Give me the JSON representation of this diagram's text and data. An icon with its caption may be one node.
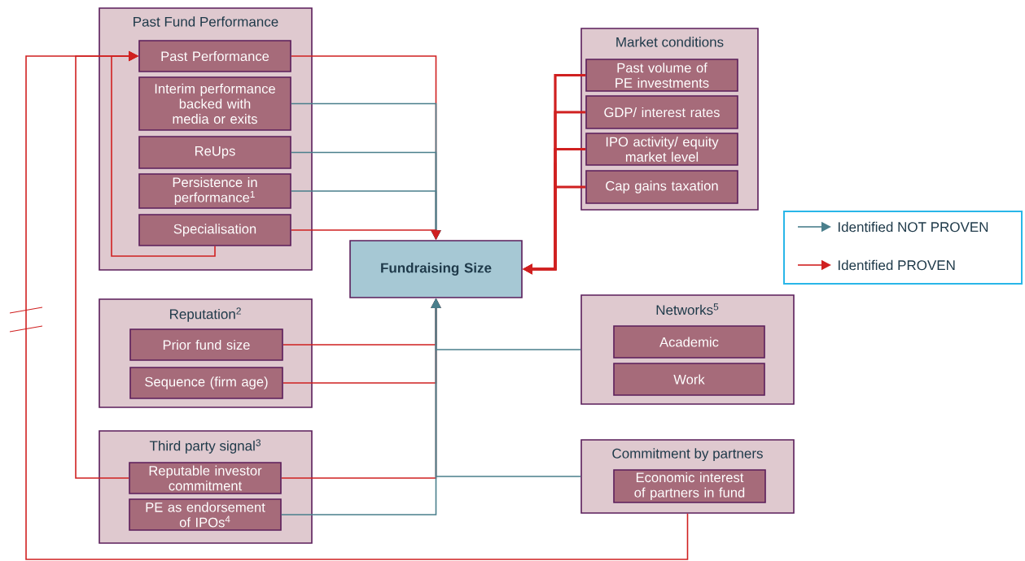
{
  "diagram": {
    "nodes": [
      {
        "text": [
          "Past Fund Performance"
        ]
      },
      {
        "text": [
          "Past Performance"
        ],
        "in": 0
      },
      {
        "text": [
          "Interim performance backed with media or exits"
        ],
        "in": 0
      },
      {
        "text": [
          "ReUps"
        ],
        "in": 0
      },
      {
        "text": [
          "Persistence in performance$^{1}$"
        ],
        "in": 0
      },
      {
        "text": [
          "Specialisation"
        ],
        "in": 0
      },
      {
        "text": [
          "Fundraising Size"
        ]
      },
      {
        "text": [
          "Market conditions"
        ]
      },
      {
        "text": [
          "Past volume of PE investments"
        ],
        "in": 7
      },
      {
        "text": [
          "GDP/ interest rates"
        ],
        "in": 7
      },
      {
        "text": [
          "IPO activity/ equity market level"
        ],
        "in": 7
      },
      {
        "text": [
          "Cap gains taxation"
        ],
        "in": 7
      },
      {
        "text": [
          "Reputation$^{2}$"
        ]
      },
      {
        "text": [
          "Prior fund size"
        ],
        "in": 12
      },
      {
        "text": [
          "Sequence (firm age)"
        ],
        "in": 12
      },
      {
        "text": [
          "Networks$^{5}$"
        ]
      },
      {
        "text": [
          "Academic"
        ],
        "in": 15
      },
      {
        "text": [
          "Work"
        ],
        "in": 15
      },
      {
        "text": [
          "Third party signal$^{3}$"
        ]
      },
      {
        "text": [
          "Reputable investor commitment"
        ],
        "in": 18
      },
      {
        "text": [
          "PE as endorsement of IPOs$^{4}$"
        ],
        "in": 18
      },
      {
        "text": [
          "Commitment by partners"
        ]
      },
      {
        "text": [
          "Economic interest of partners in fund"
        ],
        "in": 21
      }
    ],
    "edges": [
      {
        "from": 1,
        "to": 6,
        "arrow": "to"
      },
      {
        "from": 2,
        "to": 6,
        "arrow": "to",
        "color": "#4a7f8c"
      },
      {
        "from": 3,
        "to": 6,
        "arrow": "to",
        "color": "#4a7f8c"
      },
      {
        "from": 4,
        "to": 6,
        "arrow": "to",
        "color": "#4a7f8c"
      },
      {
        "from": 5,
        "to": 6,
        "arrow": "to"
      },
      {
        "from": 5,
        "to": 1,
        "arrow": "to"
      },
      {
        "from": 19,
        "to": 1,
        "arrow": "to"
      },
      {
        "from": 21,
        "to": 1,
        "arrow": "to"
      },
      {
        "from": 8,
        "to": 6,
        "arrow": "to"
      },
      {
        "from": 9,
        "to": 6,
        "arrow": "to"
      },
      {
        "from": 10,
        "to": 6,
        "arrow": "to"
      },
      {
        "from": 11,
        "to": 6,
        "arrow": "to"
      },
      {
        "from": 13,
        "to": 6,
        "arrow": "to"
      },
      {
        "from": 14,
        "to": 6,
        "arrow": "to"
      },
      {
        "from": 19,
        "to": 6,
        "arrow": "to"
      },
      {
        "from": 20,
        "to": 6,
        "arrow": "to",
        "color": "#4a7f8c"
      },
      {
        "from": 15,
        "to": 6,
        "arrow": "to",
        "color": "#4a7f8c"
      },
      {
        "from": 21,
        "to": 6,
        "arrow": "to",
        "color": "#4a7f8c"
      }
    ],
    "legend": [
      {
        "text": "Identified NOT PROVEN"
      },
      {
        "text": "Identified PROVEN"
      }
    ]
  }
}
